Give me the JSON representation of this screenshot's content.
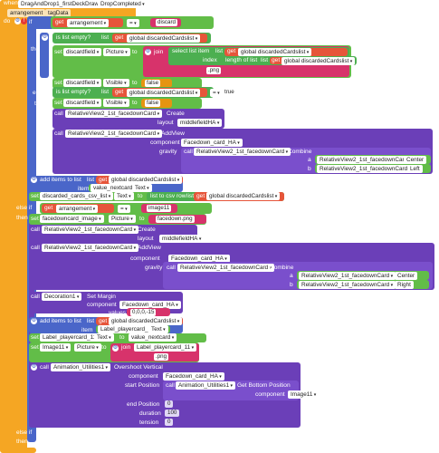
{
  "event": {
    "when": "when",
    "component": "DragAndDrop1_firstDeckDraw",
    "event_name": "DropCompleted",
    "params": [
      "arrangement",
      "tagData"
    ],
    "do": "do"
  },
  "kw": {
    "if": "if",
    "then": "then",
    "else_if": "else if",
    "else": "else",
    "set": "set",
    "get": "get",
    "call": "call",
    "to": "to",
    "is_list_empty": "is list empty?",
    "list": "list",
    "select_list_item": "select list item",
    "index": "index",
    "length_of_list": "length of list",
    "join": "join",
    "add_items_to_list": "add items to list",
    "item": "item",
    "list_to_csv_row": "list to csv row",
    "eq": "=",
    "create": "Create",
    "layout": "layout",
    "add_view": "AddView",
    "component": "component",
    "gravity": "gravity",
    "combine": "Combine",
    "a": "a",
    "b": "b",
    "set_margin": "Set Margin",
    "values": "values",
    "overshoot_vertical": "Overshoot Vertical",
    "start_position": "start Position",
    "get_bottom_position": "Get Bottom Position",
    "end_position": "end Position",
    "duration": "duration",
    "tension": "tension"
  },
  "v": {
    "global_arrangement": "arrangement",
    "global_discarded_list": "global discardedCardslist",
    "discard": "discard",
    "false": "false",
    "true": "true",
    "discardfield": "discardfield",
    "picture": "Picture",
    "png": ".png",
    "visible": "Visible",
    "rv": "RelativeView2_1st_facedownCard",
    "middlefield": "middlefieldHA",
    "facedown_card_ha": "Facedown_card_HA",
    "center": "Center",
    "left": "Left",
    "right": "Right",
    "value_nextcard": "value_nextcard",
    "text": "Text",
    "discarded_cards_csv": "discarded_cards_csv_list",
    "image11": "image11",
    "image11_cap": "Image11",
    "facedowncard_image": "facedowncard_image",
    "facedown_png": "facedown.png",
    "decoration1": "Decoration1",
    "margin_values": "0,0,0,-15",
    "label_playercard": "Label_playercard_11",
    "animation_utilities": "Animation_Utilities1",
    "zero": "0",
    "hundred": "100"
  }
}
